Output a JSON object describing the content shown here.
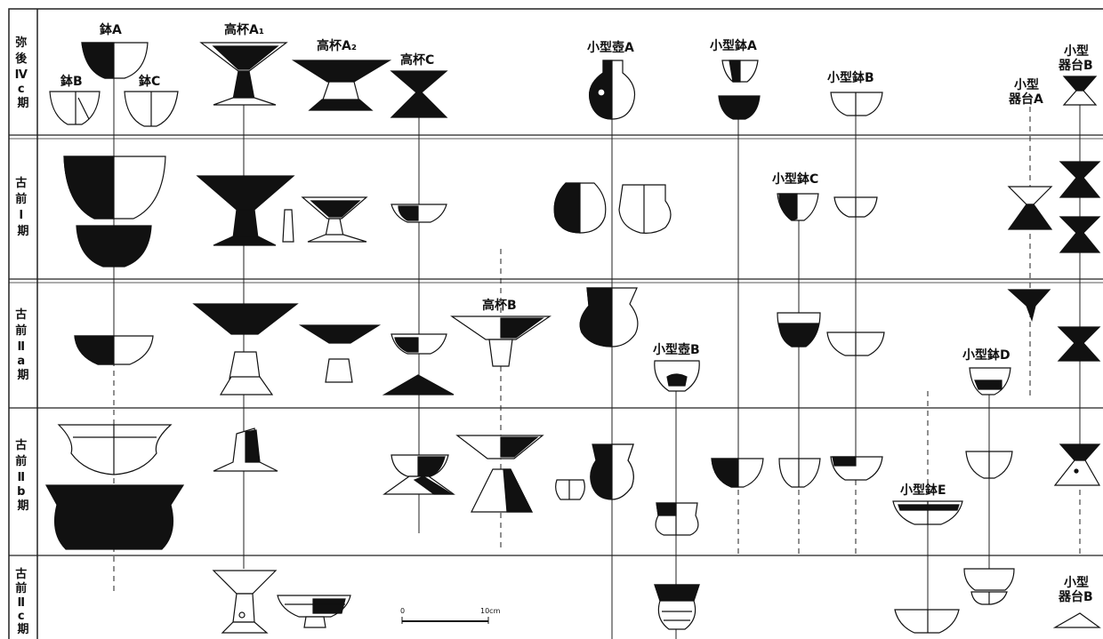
{
  "periods": [
    {
      "id": "p1",
      "lines": [
        "弥",
        "後",
        "Ⅳ",
        "c",
        "期"
      ]
    },
    {
      "id": "p2",
      "lines": [
        "古",
        "前",
        "Ⅰ",
        "期"
      ]
    },
    {
      "id": "p3",
      "lines": [
        "古",
        "前",
        "Ⅱ",
        "a",
        "期"
      ]
    },
    {
      "id": "p4",
      "lines": [
        "古",
        "前",
        "Ⅱ",
        "b",
        "期"
      ]
    },
    {
      "id": "p5",
      "lines": [
        "古",
        "前",
        "Ⅱ",
        "c",
        "期"
      ]
    }
  ],
  "labels": {
    "hachi_a": "鉢A",
    "hachi_b": "鉢B",
    "hachi_c": "鉢C",
    "takatsuki_a1": "高杯A₁",
    "takatsuki_a2": "高杯A₂",
    "takatsuki_c": "高杯C",
    "takatsuki_b": "高杯B",
    "kogata_tsubo_a": "小型壺A",
    "kogata_tsubo_b": "小型壺B",
    "kogata_hachi_a": "小型鉢A",
    "kogata_hachi_b": "小型鉢B",
    "kogata_hachi_c": "小型鉢C",
    "kogata_hachi_d": "小型鉢D",
    "kogata_hachi_e": "小型鉢E",
    "kogata_kidai_a_1": "小型",
    "kogata_kidai_a_2": "器台A",
    "kogata_kidai_b_1": "小型",
    "kogata_kidai_b_2": "器台B",
    "kogata_kidai_b2_1": "小型",
    "kogata_kidai_b2_2": "器台B"
  },
  "scale_bar": {
    "start": "0",
    "end": "10cm"
  }
}
